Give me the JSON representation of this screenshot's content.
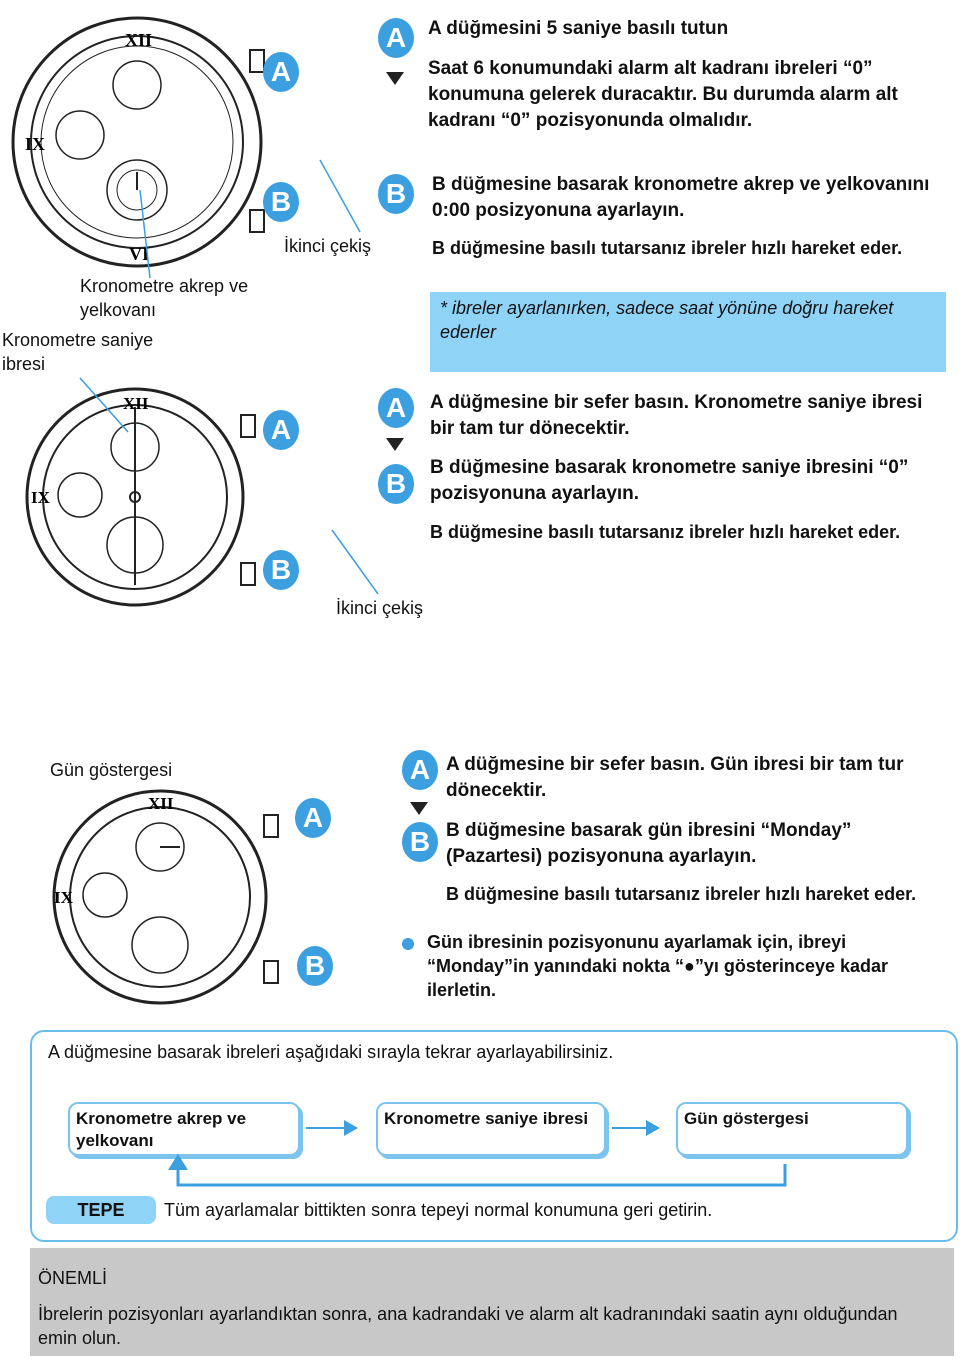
{
  "section1": {
    "step_a_title": "A düğmesini 5 saniye basılı tutun",
    "step_a_body": "Saat 6 konumundaki alarm alt kadranı ibreleri “0” konumuna gelerek duracaktır. Bu durumda alarm alt kadranı “0” pozisyonunda olmalıdır.",
    "step_b_title": "B düğmesine basarak kronometre akrep ve yelkovanını 0:00 posizyonuna ayarlayın.",
    "step_b_hold": "B düğmesine basılı tutarsanız ibreler hızlı hareket eder.",
    "note": "* ibreler ayarlanırken, sadece saat yönüne doğru hareket ederler",
    "label_second_pull": "İkinci çekiş",
    "label_chrono_hour_min": "Kronometre akrep ve yelkovanı",
    "label_chrono_sec": "Kronometre saniye ibresi"
  },
  "section2": {
    "step_a": "A düğmesine bir sefer basın. Kronometre saniye ibresi bir tam tur dönecektir.",
    "step_b": "B düğmesine basarak kronometre saniye ibresini “0” pozisyonuna ayarlayın.",
    "step_b_hold": "B düğmesine basılı tutarsanız ibreler hızlı hareket eder.",
    "label_second_pull": "İkinci çekiş"
  },
  "section3": {
    "label_day": "Gün göstergesi",
    "step_a": "A düğmesine bir sefer basın. Gün ibresi bir tam tur dönecektir.",
    "step_b": "B düğmesine basarak gün ibresini “Monday” (Pazartesi) pozisyonuna ayarlayın.",
    "step_b_hold": "B düğmesine basılı tutarsanız ibreler hızlı hareket eder.",
    "bullet": "Gün ibresinin pozisyonunu ayarlamak için, ibreyi “Monday”in yanındaki nokta “●”yı gösterinceye kadar ilerletin."
  },
  "flow": {
    "intro": "A düğmesine basarak ibreleri aşağıdaki sırayla tekrar ayarlayabilirsiniz.",
    "boxes": [
      "Kronometre akrep ve yelkovanı",
      "Kronometre saniye ibresi",
      "Gün göstergesi"
    ],
    "crown_label": "TEPE",
    "crown_text": "Tüm ayarlamalar bittikten sonra tepeyi normal konumuna geri getirin."
  },
  "important": {
    "title": "ÖNEMLİ",
    "text": "İbrelerin pozisyonları ayarlandıktan sonra, ana kadrandaki ve alarm alt kadranındaki saatin aynı olduğundan emin olun."
  },
  "buttons": {
    "a": "A",
    "b": "B"
  },
  "colors": {
    "accent": "#3b9fe0",
    "note_bg": "#8fd3f7",
    "important_bg": "#c8c8c8"
  }
}
